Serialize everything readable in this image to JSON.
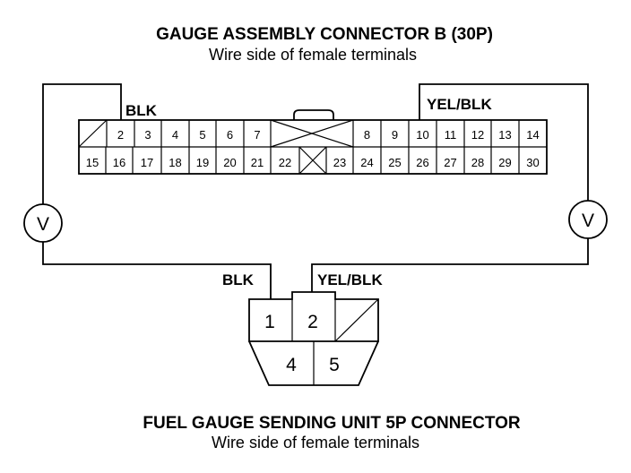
{
  "top_connector": {
    "title": "GAUGE ASSEMBLY CONNECTOR B (30P)",
    "subtitle": "Wire side of female terminals",
    "row1": [
      "",
      "2",
      "3",
      "4",
      "5",
      "6",
      "7",
      "",
      "",
      "8",
      "9",
      "10",
      "11",
      "12",
      "13",
      "14"
    ],
    "row2": [
      "15",
      "16",
      "17",
      "18",
      "19",
      "20",
      "21",
      "22",
      "",
      "23",
      "24",
      "25",
      "26",
      "27",
      "28",
      "29",
      "30"
    ]
  },
  "wires": {
    "left_top": "BLK",
    "right_top": "YEL/BLK",
    "left_bottom": "BLK",
    "right_bottom": "YEL/BLK"
  },
  "meters": {
    "symbol": "V"
  },
  "bottom_connector": {
    "title": "FUEL GAUGE SENDING UNIT 5P CONNECTOR",
    "subtitle": "Wire side of female terminals",
    "pins": [
      "1",
      "2",
      "4",
      "5"
    ]
  }
}
